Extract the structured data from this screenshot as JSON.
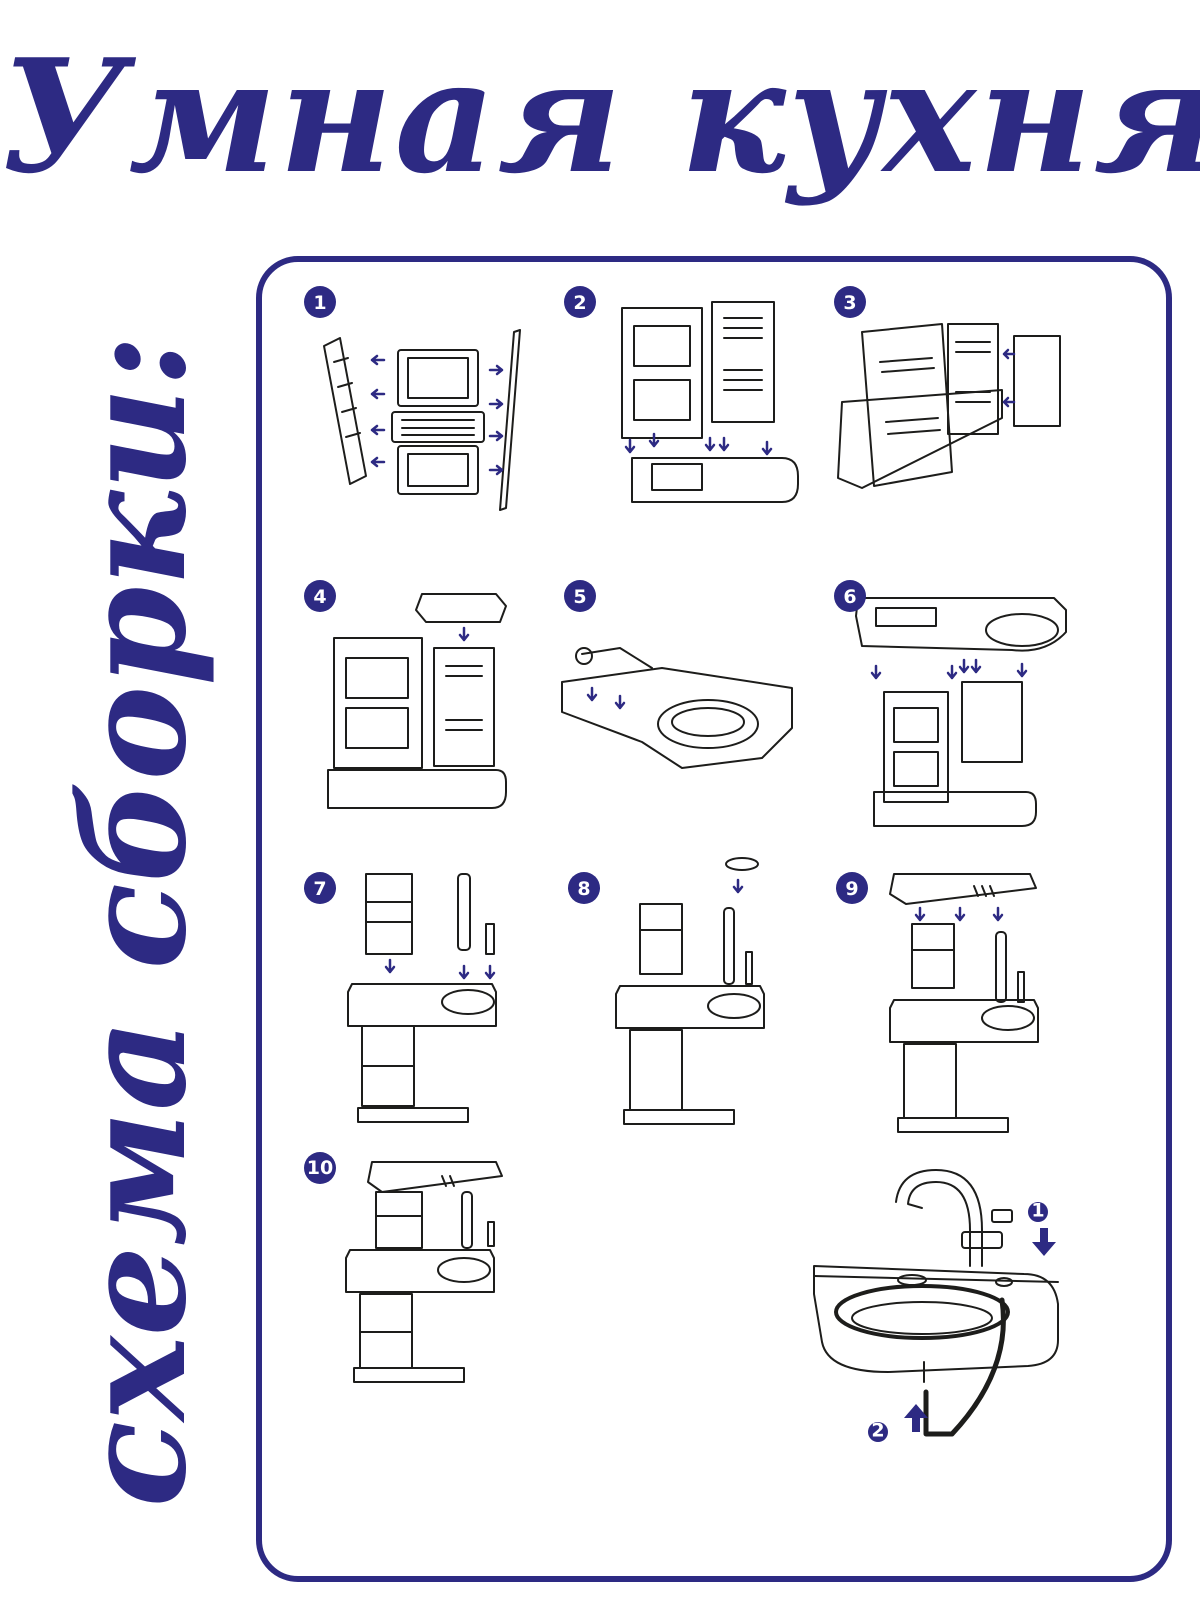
{
  "title": "Умная кухня",
  "side_title": "схема сборки:",
  "colors": {
    "accent": "#2d2a83",
    "line": "#1d1d1b",
    "frame": "#2d2a83"
  },
  "steps": [
    {
      "number": "1"
    },
    {
      "number": "2"
    },
    {
      "number": "3"
    },
    {
      "number": "4"
    },
    {
      "number": "5"
    },
    {
      "number": "6"
    },
    {
      "number": "7"
    },
    {
      "number": "8"
    },
    {
      "number": "9"
    },
    {
      "number": "10"
    }
  ],
  "faucet_detail": {
    "steps": [
      "1",
      "2"
    ]
  }
}
